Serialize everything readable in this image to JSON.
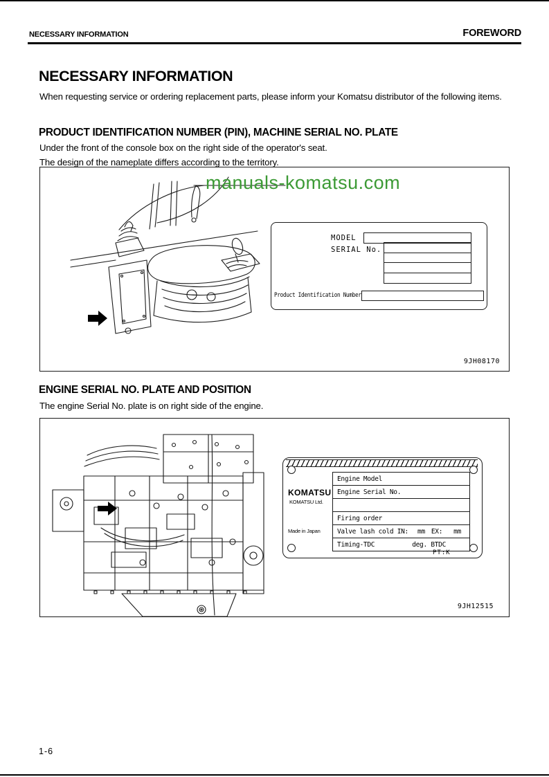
{
  "header": {
    "left_label": "NECESSARY INFORMATION",
    "right_label": "FOREWORD"
  },
  "title": "NECESSARY INFORMATION",
  "intro": "When requesting service or ordering replacement parts, please inform your Komatsu distributor of the following items.",
  "pin_section": {
    "heading": "PRODUCT IDENTIFICATION NUMBER (PIN), MACHINE SERIAL NO. PLATE",
    "body_line1": "Under the front of the console box on the right side of the operator's seat.",
    "body_line2": "The design of the nameplate differs according to the territory.",
    "figure": {
      "watermark_text": "manuals-komatsu.com",
      "watermark_color": "#3c9a35",
      "code": "9JH08170",
      "nameplate": {
        "model_label": "MODEL",
        "serial_label": "SERIAL No.",
        "pin_label": "Product Identification Number"
      }
    }
  },
  "engine_section": {
    "heading": "ENGINE SERIAL NO. PLATE AND POSITION",
    "body_line1": "The engine Serial No. plate is on right side of the engine.",
    "figure": {
      "code": "9JH12515",
      "plate": {
        "brand": "KOMATSU",
        "brand_sub": "KOMATSU Ltd.",
        "made_in": "Made in Japan",
        "rows": {
          "engine_model": "Engine Model",
          "engine_serial": "Engine Serial No.",
          "blank": "",
          "firing_order": "Firing order"
        },
        "valve": {
          "label": "Valve lash cold IN:",
          "in_unit": "mm",
          "ex_label": "EX:",
          "ex_unit": "mm"
        },
        "timing": {
          "label": "Timing-TDC",
          "unit": "deg. BTDC"
        },
        "pt_code": "PT:K"
      }
    }
  },
  "footer": {
    "page_number": "1-6"
  }
}
